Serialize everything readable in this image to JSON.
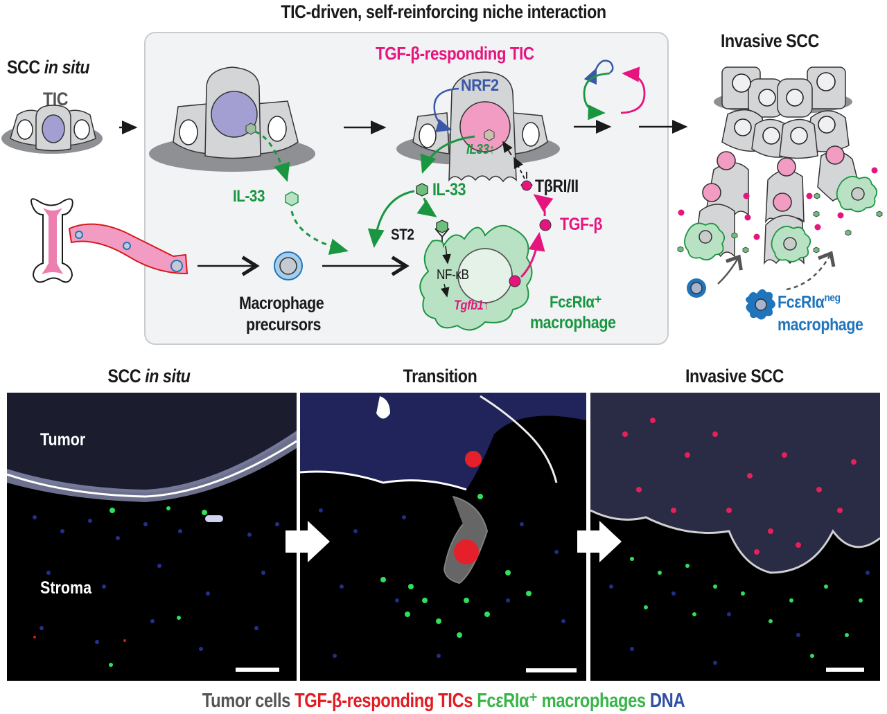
{
  "title": "TIC-driven, self-reinforcing niche interaction",
  "schematic": {
    "stage_left": {
      "label_main": "SCC",
      "label_italic": "in situ",
      "cell_label": "TIC"
    },
    "stage_right": {
      "label": "Invasive SCC"
    },
    "niche_box": {
      "tgfb_tic_label": "TGF-β-responding TIC",
      "nrf2_label": "NRF2",
      "il33_gene_label": "IL33↑",
      "il33_protein_label_1": "IL-33",
      "il33_protein_label_2": "IL-33",
      "receptor_label": "TβRI/II",
      "tgfb_label": "TGF-β",
      "st2_label": "ST2",
      "nfkb_label": "NF-κB",
      "tgfb1_label": "Tgfb1↑",
      "macrophage_pos_label_1": "FcεRIα⁺",
      "macrophage_pos_label_2": "macrophage",
      "precursor_label_1": "Macrophage",
      "precursor_label_2": "precursors"
    },
    "macrophage_neg_label_1": "FcεRIα",
    "macrophage_neg_sup": "neg",
    "macrophage_neg_label_2": "macrophage"
  },
  "micrographs": [
    {
      "title_main": "SCC",
      "title_italic": "in situ",
      "labels": [
        "Tumor",
        "Stroma"
      ]
    },
    {
      "title_main": "Transition",
      "title_italic": "",
      "labels": []
    },
    {
      "title_main": "Invasive SCC",
      "title_italic": "",
      "labels": []
    }
  ],
  "legend": [
    {
      "text": "Tumor cells",
      "color": "#555555"
    },
    {
      "text": "TGF-β-responding TICs",
      "color": "#e31b23"
    },
    {
      "text": "FcεRIα⁺ macrophages",
      "color": "#39b54a"
    },
    {
      "text": "DNA",
      "color": "#2e4fa3"
    }
  ],
  "colors": {
    "magenta": "#e6157e",
    "green": "#1a9641",
    "blue": "#3a57a8",
    "cyan_blue": "#1f74bc",
    "cell_gray": "#d4d5d7",
    "shadow_gray": "#8e9093",
    "nucleus_purple": "#a49fd3",
    "nucleus_pink": "#f29cc3",
    "macrophage_green": "#b9e2c4"
  }
}
